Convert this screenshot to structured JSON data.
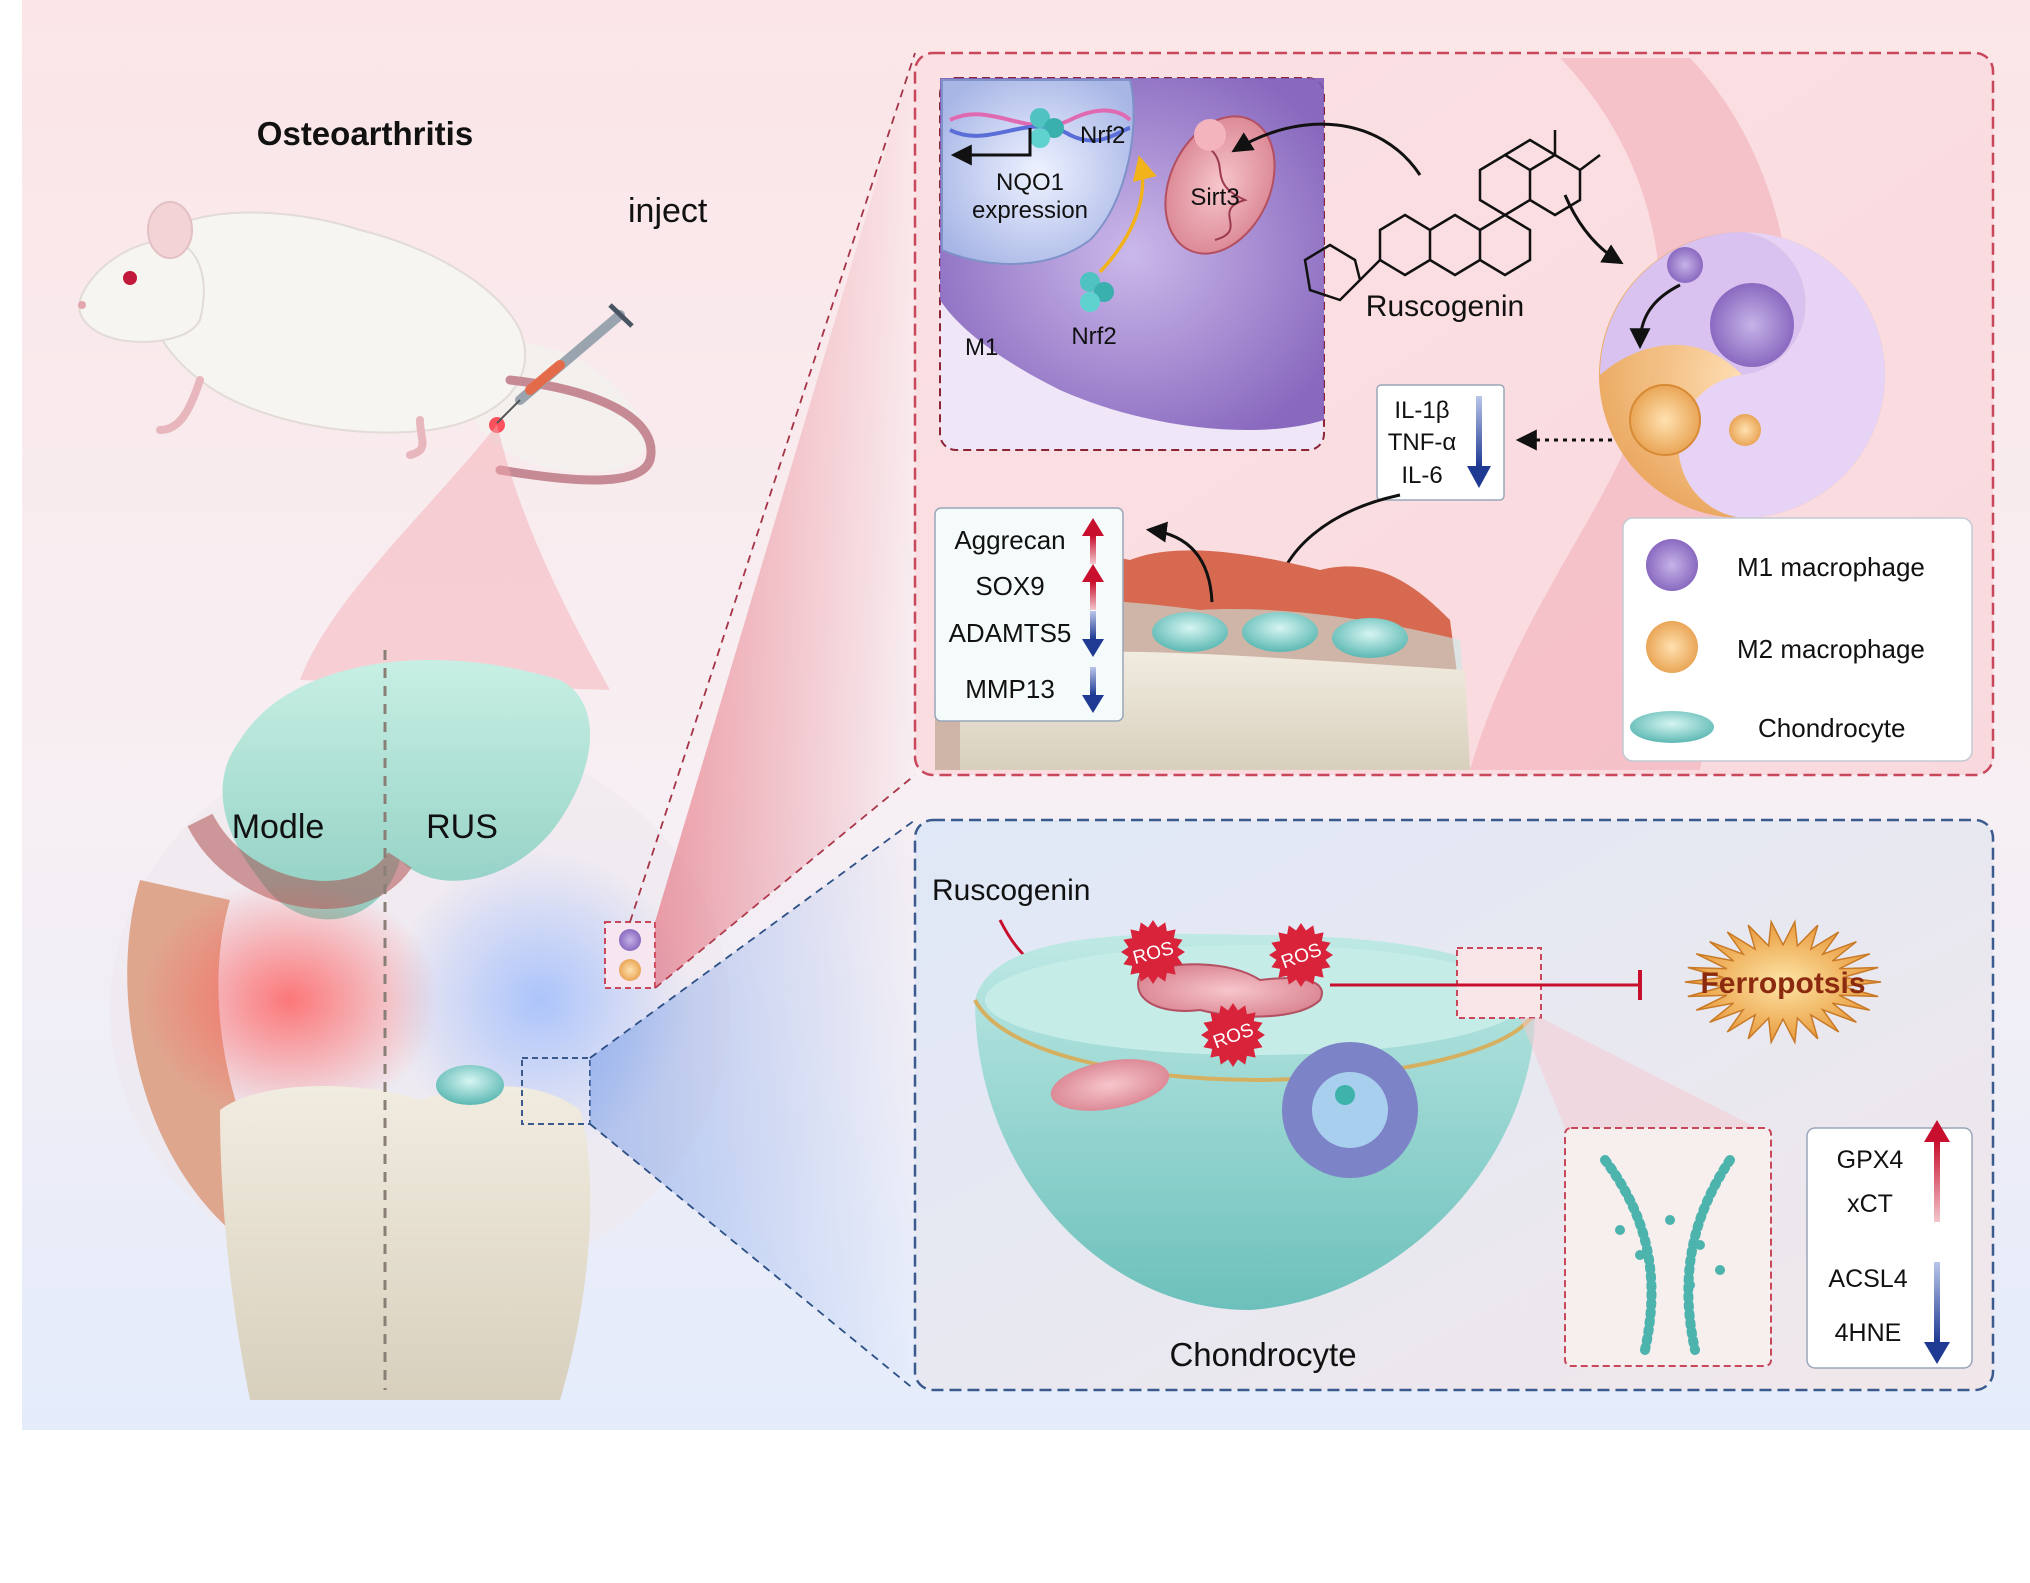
{
  "left": {
    "title": "Osteoarthritis",
    "inject": "inject",
    "knee_labels": {
      "left": "Modle",
      "right": "RUS"
    }
  },
  "top_panel": {
    "nucleus": {
      "gene_label": "NQO1",
      "gene_label2": "expression",
      "nrf2_nuclear": "Nrf2",
      "nrf2_cyto": "Nrf2",
      "sirt3": "Sirt3",
      "cell_type": "M1"
    },
    "drug": "Ruscogenin",
    "cytokines": [
      "IL-1β",
      "TNF-α",
      "IL-6"
    ],
    "markers": [
      {
        "label": "Aggrecan",
        "dir": "up"
      },
      {
        "label": "SOX9",
        "dir": "up"
      },
      {
        "label": "ADAMTS5",
        "dir": "down"
      },
      {
        "label": "MMP13",
        "dir": "down"
      }
    ],
    "legend": [
      "M1 macrophage",
      "M2 macrophage",
      "Chondrocyte"
    ]
  },
  "bottom_panel": {
    "drug": "Ruscogenin",
    "ros": [
      "ROS",
      "ROS",
      "ROS"
    ],
    "outcome": "Ferropotsis",
    "cell_label": "Chondrocyte",
    "markers_up": [
      "GPX4",
      "xCT"
    ],
    "markers_down": [
      "ACSL4",
      "4HNE"
    ]
  },
  "colors": {
    "up_arrow": "#c8102e",
    "down_arrow": "#1f3a93",
    "top_border": "#c8475a",
    "bottom_border": "#3b5b8f"
  }
}
